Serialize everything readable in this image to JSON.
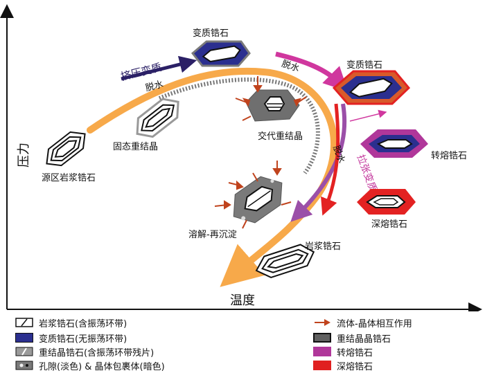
{
  "axes": {
    "x_label": "温度",
    "y_label": "压力"
  },
  "processes": {
    "compression": "挤压变质",
    "extension": "拉张变质",
    "dehydration_left": "脱水",
    "dehydration_top": "脱水",
    "dehydration_right": "脱水"
  },
  "labels": {
    "source_magmatic": "源区岩浆锆石",
    "solid_recrystallization": "固态重结晶",
    "metamorphic_top": "变质锆石",
    "metamorphic_right": "变质锆石",
    "replacement_recrystallization": "交代重结晶",
    "dissolution_reprecipitation": "溶解-再沉淀",
    "magmatic": "岩浆锆石",
    "anatectic": "转熔锆石",
    "deep_melt": "深熔锆石"
  },
  "legend": [
    {
      "label": "岩浆锆石(含振荡环带)",
      "symbol": "magmatic"
    },
    {
      "label": "变质锆石(无振荡环带)",
      "symbol": "metamorphic",
      "color": "#2b2f8f"
    },
    {
      "label": "重结晶锆石(含振荡环带残片)",
      "symbol": "recrystallized"
    },
    {
      "label": "孔隙(淡色) & 晶体包裹体(暗色)",
      "symbol": "pores"
    },
    {
      "label": "流体-晶体相互作用",
      "symbol": "fluid-arrow",
      "color": "#c0431d"
    },
    {
      "label": "重结晶晶锆石",
      "symbol": "recrystal-grey",
      "color": "#606060"
    },
    {
      "label": "转熔锆石",
      "symbol": "anatectic",
      "color": "#b0379a"
    },
    {
      "label": "深熔锆石",
      "symbol": "deep-melt",
      "color": "#e02020"
    }
  ],
  "colors": {
    "orange_path": "#f7a94a",
    "navy": "#2b2f8f",
    "magenta": "#c2339a",
    "red": "#e32222",
    "purple_arrow": "#9b4fa8",
    "fluid": "#c0431d"
  }
}
